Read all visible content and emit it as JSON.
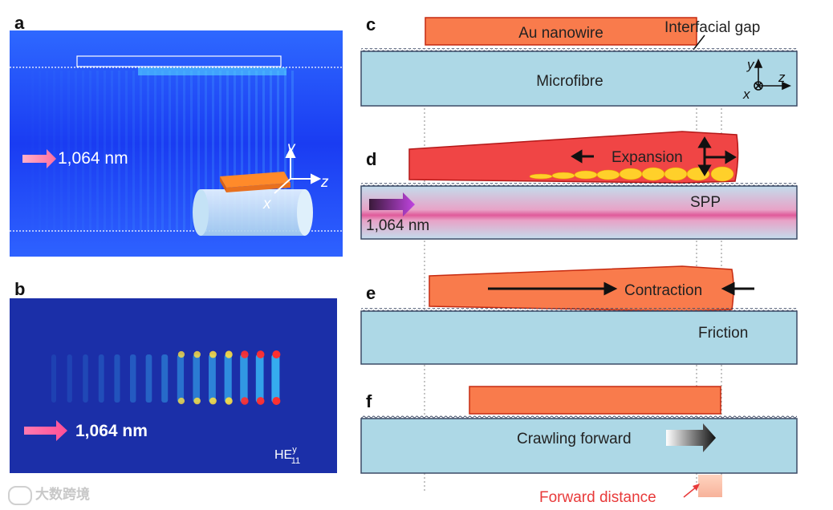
{
  "panels": {
    "a": {
      "letter": "a",
      "wavelength": "1,064 nm",
      "axes": {
        "y": "y",
        "z": "z",
        "x": "x"
      }
    },
    "b": {
      "letter": "b",
      "wavelength": "1,064 nm",
      "mode_label": "HE",
      "mode_sup": "y",
      "mode_sub": "11"
    },
    "c": {
      "letter": "c",
      "nanowire": "Au nanowire",
      "gap": "Interfacial gap",
      "fibre": "Microfibre",
      "axes": {
        "y": "y",
        "z": "z",
        "x": "x"
      }
    },
    "d": {
      "letter": "d",
      "expansion": "Expansion",
      "spp": "SPP",
      "wavelength": "1,064 nm"
    },
    "e": {
      "letter": "e",
      "contraction": "Contraction",
      "friction": "Friction"
    },
    "f": {
      "letter": "f",
      "crawling": "Crawling forward",
      "distance": "Forward distance"
    }
  },
  "watermark": "大数跨境",
  "colors": {
    "fibre_fill": "#add8e6",
    "nanowire_orange": "#f97b4c",
    "nanowire_red": "#f04545",
    "sim_blue": "#1530f0",
    "forward_text": "#e83a3a"
  }
}
